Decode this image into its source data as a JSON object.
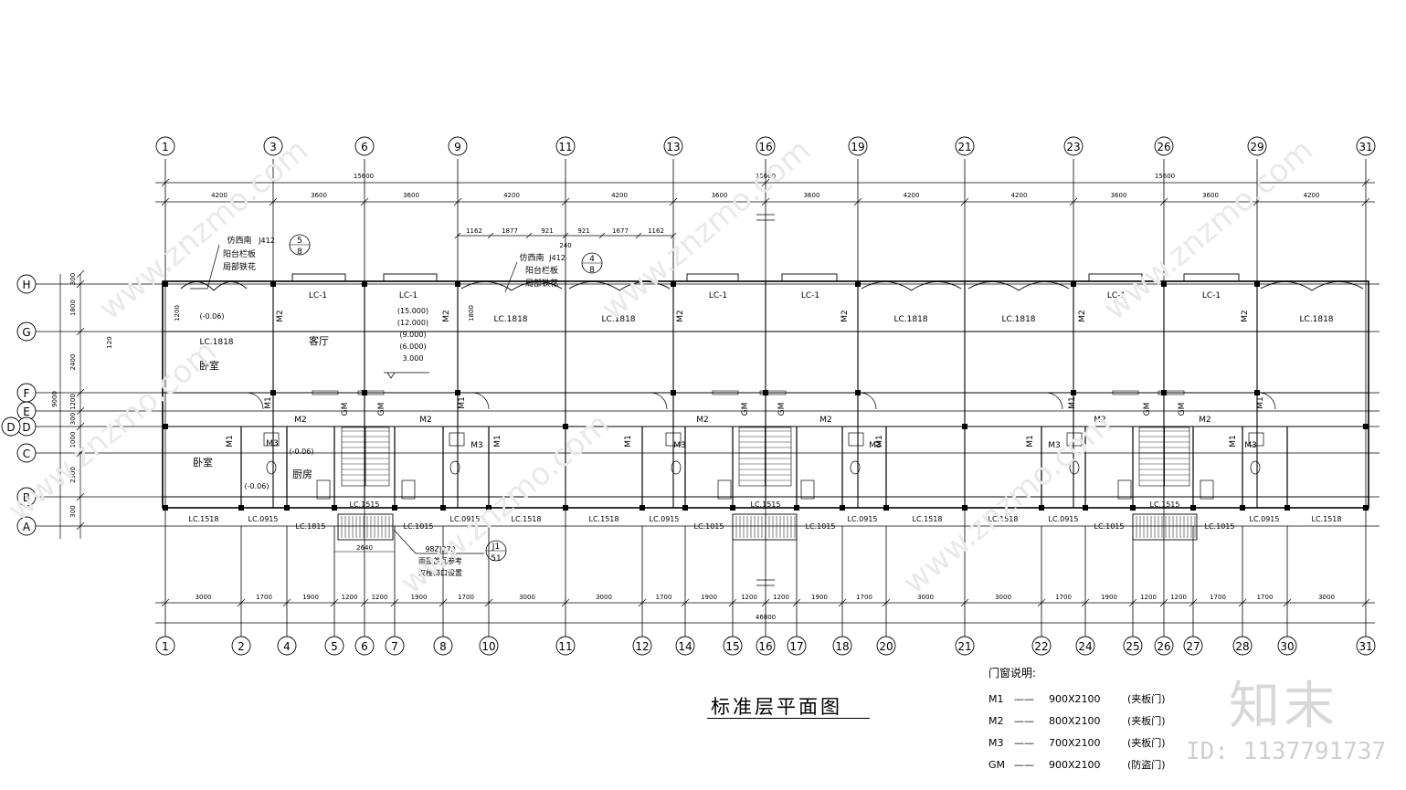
{
  "top_axes": [
    "1",
    "3",
    "6",
    "9",
    "11",
    "13",
    "16",
    "19",
    "21",
    "23",
    "26",
    "29",
    "31"
  ],
  "bottom_axes": [
    "1",
    "2",
    "4",
    "5",
    "6",
    "7",
    "8",
    "10",
    "11",
    "12",
    "14",
    "15",
    "16",
    "17",
    "18",
    "20",
    "21",
    "22",
    "24",
    "25",
    "26",
    "27",
    "28",
    "30",
    "31"
  ],
  "row_axes": [
    "H",
    "G",
    "F",
    "E",
    "D",
    "C",
    "B",
    "A"
  ],
  "top_dims_total": [
    "15600",
    "15600",
    "15600"
  ],
  "top_dims": [
    "4200",
    "3600",
    "3600",
    "4200",
    "4200",
    "3600",
    "3600",
    "4200",
    "4200",
    "3600",
    "3600",
    "4200"
  ],
  "balcony_dims": [
    "1162",
    "1877",
    "921",
    "921",
    "1677",
    "1162"
  ],
  "balcony_mid": "240",
  "bottom_dims": [
    "3000",
    "1700",
    "1900",
    "1200",
    "1200",
    "1900",
    "1700",
    "3000",
    "3000",
    "1700",
    "1900",
    "1200",
    "1200",
    "1900",
    "1700",
    "3000",
    "3000",
    "1700",
    "1900",
    "1200",
    "1200",
    "1700",
    "1700",
    "3000"
  ],
  "bottom_total": "46800",
  "left_dims": [
    "300",
    "1800",
    "2400",
    "1200",
    "300",
    "1000",
    "2300",
    "300"
  ],
  "left_total": "9000",
  "left_extra": [
    "120",
    "1200",
    "1800"
  ],
  "window_labels": {
    "lc1": "LC-1",
    "lc1818": "LC.1818",
    "lc1818b": "LC.1818",
    "lc1518": "LC.1518",
    "lc0915": "LC.0915",
    "lc1815": "LC.1815",
    "lc1515": "LC.1515",
    "lc1015": "LC.1015"
  },
  "door_labels": {
    "m1": "M1",
    "m2": "M2",
    "m3": "M3",
    "gm": "GM"
  },
  "rooms": {
    "bedroom": "卧室",
    "living": "客厅",
    "kitchen": "厨房"
  },
  "levels": [
    "(-0.06)",
    "(-0.06)",
    "(-0.06)"
  ],
  "elevations": [
    "(15.000)",
    "(12.000)",
    "(9.000)",
    "(6.000)",
    "3.000"
  ],
  "notes": {
    "n1a": "仿西南",
    "n1b": "J412",
    "n1c": "阳台栏板",
    "n1d": "局部铁花",
    "detail1": "5",
    "detail1b": "8",
    "detail2": "4",
    "detail2b": "8",
    "detail3": "J1",
    "detail3b": "51",
    "n3a": "98ZJ372",
    "n3b": "雨篷盖瓦参考",
    "n3c": "仅楼梯口设置",
    "n_stair": "2640"
  },
  "title": "标准层平面图",
  "legend": {
    "heading": "门窗说明:",
    "rows": [
      {
        "code": "M1",
        "dash": "——",
        "size": "900X2100",
        "type": "(夹板门)"
      },
      {
        "code": "M2",
        "dash": "——",
        "size": "800X2100",
        "type": "(夹板门)"
      },
      {
        "code": "M3",
        "dash": "——",
        "size": "700X2100",
        "type": "(夹板门)"
      },
      {
        "code": "GM",
        "dash": "——",
        "size": "900X2100",
        "type": "(防盗门)"
      }
    ]
  },
  "brand": "知末",
  "id_text": "ID: 1137791737",
  "watermark": "www.znzmo.com"
}
